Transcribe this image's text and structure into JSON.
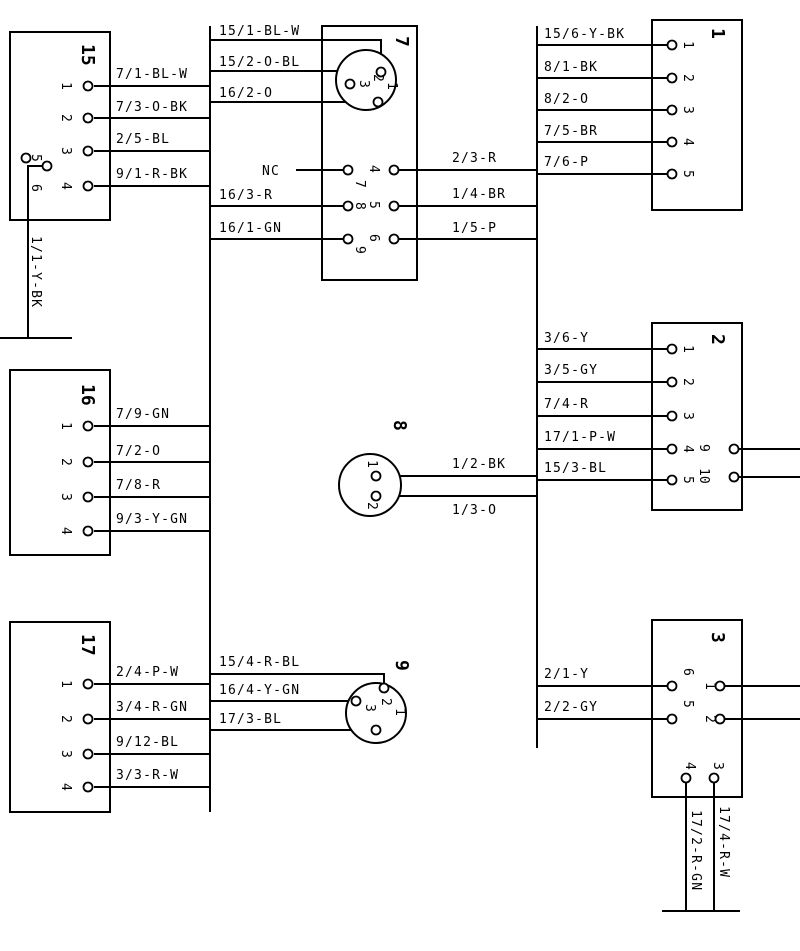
{
  "connectors": {
    "c1": "1",
    "c2": "2",
    "c3": "3",
    "c7": "7",
    "c8": "8",
    "c9": "9",
    "c15": "15",
    "c16": "16",
    "c17": "17"
  },
  "wires": {
    "w15_1_bl_w": "15/1-BL-W",
    "w15_2_o_bl": "15/2-O-BL",
    "w16_2_o": "16/2-O",
    "w16_3_r": "16/3-R",
    "w16_1_gn": "16/1-GN",
    "w7_1_bl_w": "7/1-BL-W",
    "w7_3_o_bk": "7/3-O-BK",
    "w2_5_bl": "2/5-BL",
    "w9_1_r_bk": "9/1-R-BK",
    "w1_1_y_bk": "1/1-Y-BK",
    "w15_6_y_bk": "15/6-Y-BK",
    "w8_1_bk": "8/1-BK",
    "w8_2_o": "8/2-O",
    "w7_5_br": "7/5-BR",
    "w7_6_p": "7/6-P",
    "w2_3_r": "2/3-R",
    "w1_4_br": "1/4-BR",
    "w1_5_p": "1/5-P",
    "w3_6_y": "3/6-Y",
    "w3_5_gy": "3/5-GY",
    "w7_4_r": "7/4-R",
    "w17_1_p_w": "17/1-P-W",
    "w15_3_bl": "15/3-BL",
    "w7_9_gn": "7/9-GN",
    "w7_2_o": "7/2-O",
    "w7_8_r": "7/8-R",
    "w9_3_y_gn": "9/3-Y-GN",
    "w1_2_bk": "1/2-BK",
    "w1_3_o": "1/3-O",
    "w2_4_p_w": "2/4-P-W",
    "w3_4_r_gn": "3/4-R-GN",
    "w9_12_bl": "9/12-BL",
    "w3_3_r_w": "3/3-R-W",
    "w15_4_r_bl": "15/4-R-BL",
    "w16_4_y_gn": "16/4-Y-GN",
    "w17_3_bl": "17/3-BL",
    "w2_1_y": "2/1-Y",
    "w2_2_gy": "2/2-GY",
    "w17_2_r_gn": "17/2-R-GN",
    "w17_4_r_w": "17/4-R-W"
  },
  "labels": {
    "nc": "NC"
  },
  "pins": {
    "p1": "1",
    "p2": "2",
    "p3": "3",
    "p4": "4",
    "p5": "5",
    "p6": "6",
    "p7": "7",
    "p8": "8",
    "p9": "9",
    "p10": "10"
  }
}
